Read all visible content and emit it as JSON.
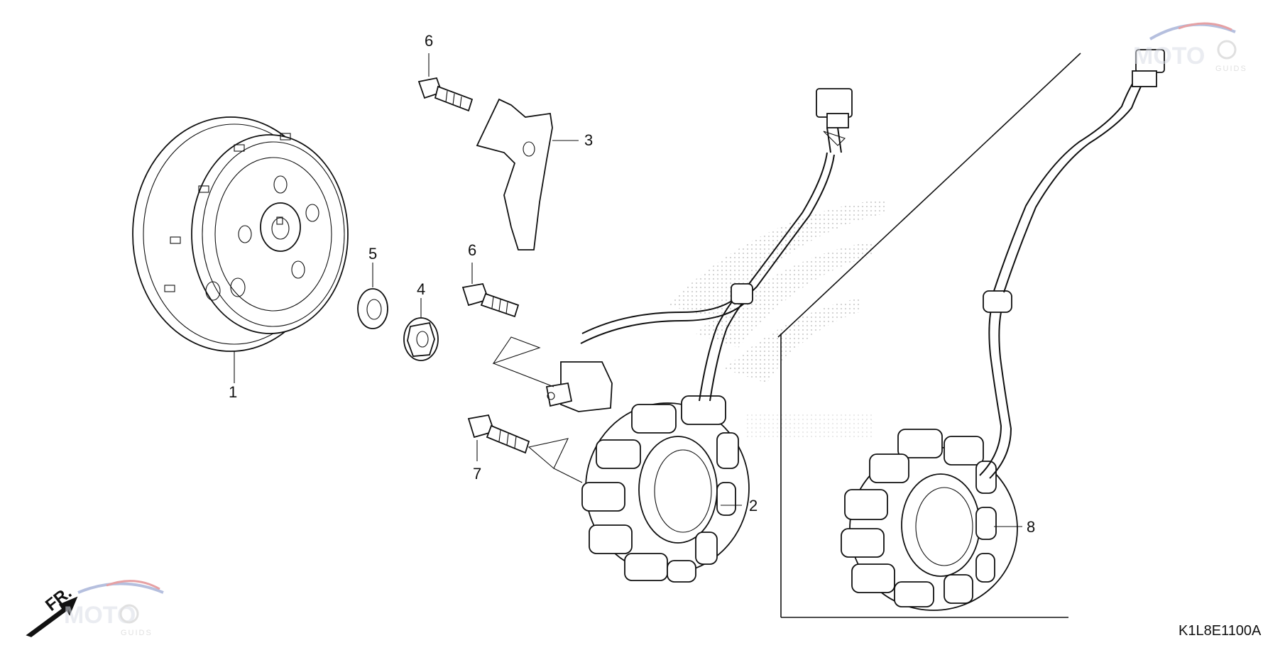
{
  "diagram": {
    "code": "K1L8E1100A",
    "front_indicator": "FR.",
    "watermark": {
      "brand": "MOTO",
      "tagline": "GUIDS"
    },
    "callouts": [
      {
        "id": "1",
        "label": "1"
      },
      {
        "id": "2",
        "label": "2"
      },
      {
        "id": "3",
        "label": "3"
      },
      {
        "id": "4",
        "label": "4"
      },
      {
        "id": "5",
        "label": "5"
      },
      {
        "id": "6a",
        "label": "6"
      },
      {
        "id": "6b",
        "label": "6"
      },
      {
        "id": "7",
        "label": "7"
      },
      {
        "id": "8",
        "label": "8"
      }
    ]
  },
  "colors": {
    "line": "#111111",
    "background": "#ffffff",
    "watermark_blue": "#7a8cc4",
    "watermark_red": "#d2555a",
    "watermark_grey": "#c8c8c8"
  }
}
